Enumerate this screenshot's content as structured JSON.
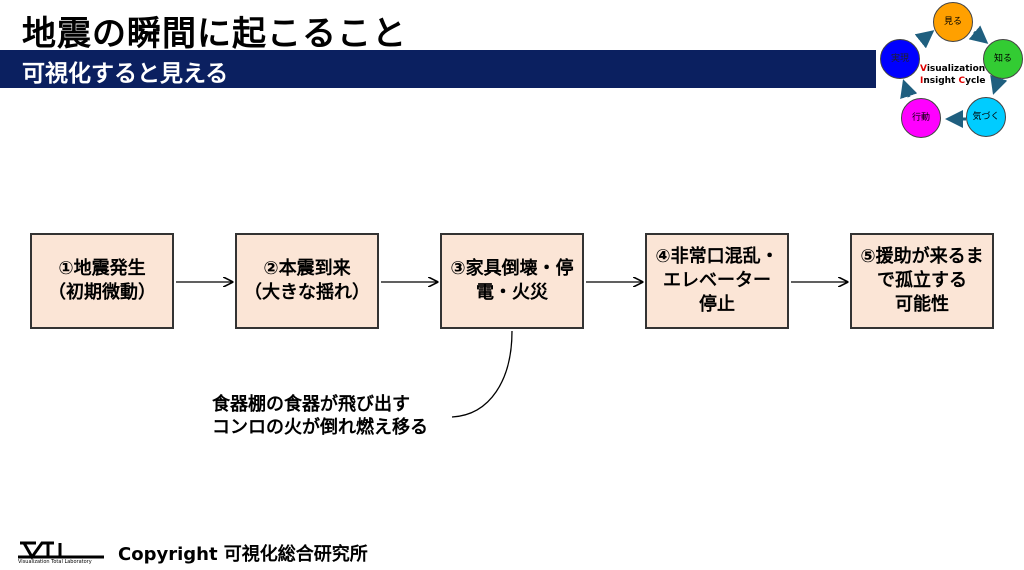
{
  "title": "地震の瞬間に起こること",
  "subtitle": "可視化すると見える",
  "flow": [
    {
      "lines": [
        "①地震発生",
        "（初期微動）"
      ]
    },
    {
      "lines": [
        "②本震到来",
        "（大きな揺れ）"
      ]
    },
    {
      "lines": [
        "③家具倒壊・停",
        "電・火災"
      ]
    },
    {
      "lines": [
        "④非常口混乱・",
        "エレベーター",
        "停止"
      ]
    },
    {
      "lines": [
        "⑤援助が来るま",
        "で孤立する",
        "可能性"
      ]
    }
  ],
  "callout": {
    "line1": "食器棚の食器が飛び出す",
    "line2": "コンロの火が倒れ燃え移る"
  },
  "cycle": {
    "nodes": [
      {
        "label": "見る",
        "color": "#ffa000"
      },
      {
        "label": "知る",
        "color": "#33cc33"
      },
      {
        "label": "気づく",
        "color": "#00ccff"
      },
      {
        "label": "行動",
        "color": "#ff00ff"
      },
      {
        "label": "実現",
        "color": "#0000ff"
      }
    ],
    "label_line1_accent": "V",
    "label_line1_rest": "isualization",
    "label_line2_accent": "I",
    "label_line2_rest": "nsight ",
    "label_line2_accent2": "C",
    "label_line2_rest2": "ycle"
  },
  "footer": {
    "logo_text": "VTL",
    "logo_sub": "Visualization Total Laboratory",
    "copyright": "Copyright 可視化総合研究所"
  },
  "colors": {
    "bar": "#0b2060",
    "box_fill": "#fbe5d6"
  }
}
